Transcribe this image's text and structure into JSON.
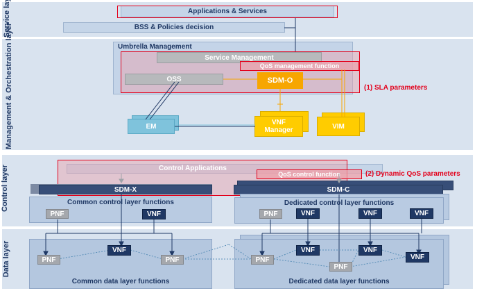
{
  "layers": {
    "service": "Service layer",
    "management": "Management & Orchestration layer",
    "control": "Control layer",
    "data": "Data layer"
  },
  "service_layer": {
    "applications": "Applications & Services",
    "bss": "BSS & Policies decision"
  },
  "management_layer": {
    "umbrella": "Umbrella Management",
    "service_management": "Service Management",
    "qos_function": "QoS management function",
    "oss": "OSS",
    "sdm_o": "SDM-O",
    "sla_annotation": "(1) SLA parameters",
    "em": "EM",
    "vnf_manager": "VNF Manager",
    "vim": "VIM"
  },
  "control_layer": {
    "control_applications": "Control Applications",
    "qos_control": "QoS control function",
    "dynamic_annotation": "(2) Dynamic QoS parameters",
    "sdm_x": "SDM-X",
    "sdm_c": "SDM-C",
    "common_functions": "Common control layer functions",
    "dedicated_functions": "Dedicated control layer functions",
    "pnf": "PNF",
    "vnf": "VNF"
  },
  "data_layer": {
    "common_functions": "Common data layer functions",
    "dedicated_functions": "Dedicated data layer functions",
    "pnf": "PNF",
    "vnf": "VNF"
  },
  "colors": {
    "band": "#d9e3ef",
    "highlight": "#e3001b",
    "navy": "#1f3864",
    "orange": "#f7a600",
    "yellow": "#ffcc00",
    "teal": "#7fc3dc"
  }
}
